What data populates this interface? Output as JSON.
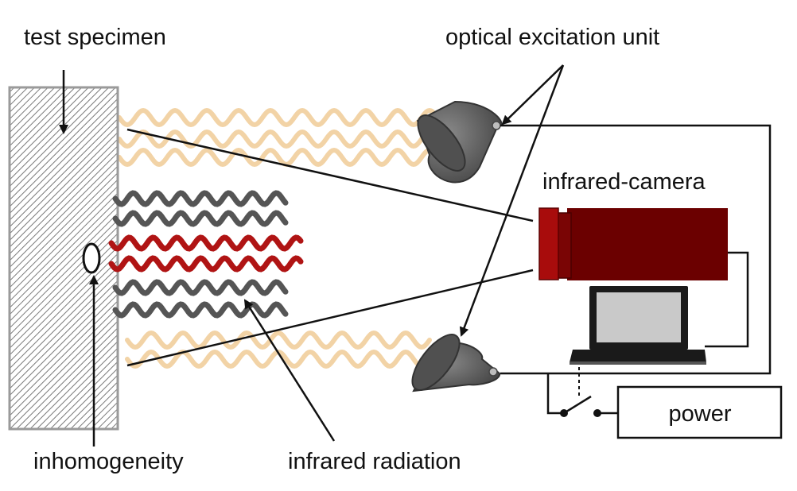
{
  "labels": {
    "test_specimen": "test specimen",
    "optical_excitation_unit": "optical excitation unit",
    "infrared_camera": "infrared-camera",
    "inhomogeneity": "inhomogeneity",
    "infrared_radiation": "infrared radiation",
    "power": "power"
  },
  "colors": {
    "specimen_hatch": "#7a7a7a",
    "specimen_border": "#9a9a9a",
    "excitation_wave": "#f2d3a6",
    "infrared_wave_gray": "#555555",
    "infrared_wave_red": "#b01414",
    "camera_body": "#6b0000",
    "camera_front": "#9c0a0a",
    "lamp": "#5a5a5a",
    "laptop_screen": "#c9c9c9",
    "wire": "#111111"
  },
  "icons": {
    "lamp": "lamp-icon",
    "camera": "camera-icon",
    "laptop": "laptop-icon",
    "switch": "switch-icon"
  }
}
